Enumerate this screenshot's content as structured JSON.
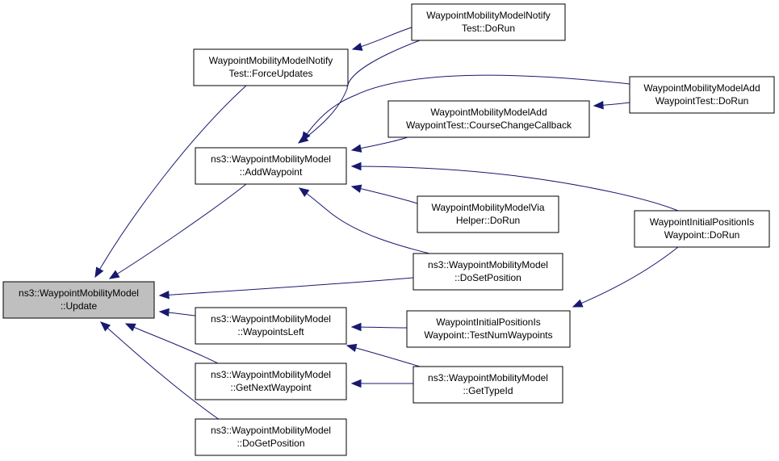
{
  "nodes": [
    {
      "id": "update",
      "name": "node-update",
      "lines": [
        "ns3::WaypointMobilityModel",
        "::Update"
      ],
      "root": true
    },
    {
      "id": "forceupdates",
      "name": "node-forceupdates",
      "lines": [
        "WaypointMobilityModelNotify",
        "Test::ForceUpdates"
      ]
    },
    {
      "id": "addwaypoint",
      "name": "node-addwaypoint",
      "lines": [
        "ns3::WaypointMobilityModel",
        "::AddWaypoint"
      ]
    },
    {
      "id": "waypointsleft",
      "name": "node-waypointsleft",
      "lines": [
        "ns3::WaypointMobilityModel",
        "::WaypointsLeft"
      ]
    },
    {
      "id": "getnextwaypoint",
      "name": "node-getnextwaypoint",
      "lines": [
        "ns3::WaypointMobilityModel",
        "::GetNextWaypoint"
      ]
    },
    {
      "id": "dogetposition",
      "name": "node-dogetposition",
      "lines": [
        "ns3::WaypointMobilityModel",
        "::DoGetPosition"
      ]
    },
    {
      "id": "notifydorun",
      "name": "node-notifytest-dorun",
      "lines": [
        "WaypointMobilityModelNotify",
        "Test::DoRun"
      ]
    },
    {
      "id": "coursechange",
      "name": "node-coursechangecallback",
      "lines": [
        "WaypointMobilityModelAdd",
        "WaypointTest::CourseChangeCallback"
      ]
    },
    {
      "id": "viahelper",
      "name": "node-viahelper-dorun",
      "lines": [
        "WaypointMobilityModelVia",
        "Helper::DoRun"
      ]
    },
    {
      "id": "dosetposition",
      "name": "node-dosetposition",
      "lines": [
        "ns3::WaypointMobilityModel",
        "::DoSetPosition"
      ]
    },
    {
      "id": "testnumwaypoints",
      "name": "node-testnumwaypoints",
      "lines": [
        "WaypointInitialPositionIs",
        "Waypoint::TestNumWaypoints"
      ]
    },
    {
      "id": "gettypeid",
      "name": "node-gettypeid",
      "lines": [
        "ns3::WaypointMobilityModel",
        "::GetTypeId"
      ]
    },
    {
      "id": "adddorun",
      "name": "node-addwaypointtest-dorun",
      "lines": [
        "WaypointMobilityModelAdd",
        "WaypointTest::DoRun"
      ]
    },
    {
      "id": "initdorun",
      "name": "node-initialposition-dorun",
      "lines": [
        "WaypointInitialPositionIs",
        "Waypoint::DoRun"
      ]
    }
  ],
  "edges": [
    {
      "from": "forceupdates",
      "to": "update"
    },
    {
      "from": "addwaypoint",
      "to": "update"
    },
    {
      "from": "dosetposition",
      "to": "update"
    },
    {
      "from": "waypointsleft",
      "to": "update"
    },
    {
      "from": "getnextwaypoint",
      "to": "update"
    },
    {
      "from": "dogetposition",
      "to": "update"
    },
    {
      "from": "notifydorun",
      "to": "forceupdates"
    },
    {
      "from": "notifydorun",
      "to": "addwaypoint"
    },
    {
      "from": "adddorun",
      "to": "addwaypoint"
    },
    {
      "from": "coursechange",
      "to": "addwaypoint"
    },
    {
      "from": "initdorun",
      "to": "addwaypoint"
    },
    {
      "from": "viahelper",
      "to": "addwaypoint"
    },
    {
      "from": "dosetposition",
      "to": "addwaypoint"
    },
    {
      "from": "adddorun",
      "to": "coursechange"
    },
    {
      "from": "testnumwaypoints",
      "to": "waypointsleft"
    },
    {
      "from": "gettypeid",
      "to": "waypointsleft"
    },
    {
      "from": "gettypeid",
      "to": "getnextwaypoint"
    },
    {
      "from": "initdorun",
      "to": "testnumwaypoints"
    }
  ]
}
